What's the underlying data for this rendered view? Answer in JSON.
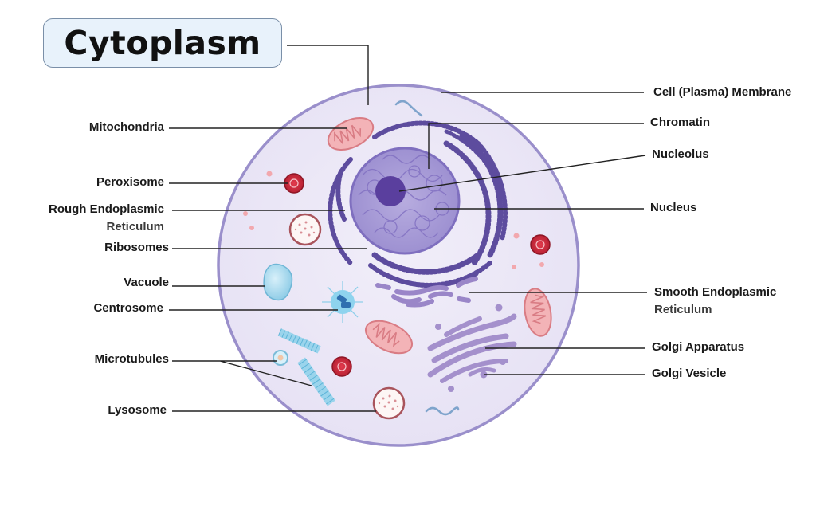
{
  "title": "Cytoplasm",
  "left_labels": {
    "mitochondria": "Mitochondria",
    "peroxisome": "Peroxisome",
    "rough_er_1": "Rough Endoplasmic",
    "rough_er_2": "Reticulum",
    "ribosomes": "Ribosomes",
    "vacuole": "Vacuole",
    "centrosome": "Centrosome",
    "microtubules": "Microtubules",
    "lysosome": "Lysosome"
  },
  "right_labels": {
    "cell_membrane": "Cell (Plasma) Membrane",
    "chromatin": "Chromatin",
    "nucleolus": "Nucleolus",
    "nucleus": "Nucleus",
    "smooth_er_1": "Smooth Endoplasmic",
    "smooth_er_2": "Reticulum",
    "golgi_apparatus": "Golgi Apparatus",
    "golgi_vesicle": "Golgi Vesicle"
  },
  "colors": {
    "membrane": "#9a8fcb",
    "cytoplasm": "#ece8f7",
    "nucleus": "#a79ad6",
    "nucleolus": "#5a3f9e",
    "rough_er": "#5d4c9e",
    "mitochondria": "#f3b3b7",
    "lysosome_vacuole": "#a8d7ec",
    "peroxisome": "#c2273a",
    "golgi": "#a490cc",
    "leader_line": "#222222"
  }
}
